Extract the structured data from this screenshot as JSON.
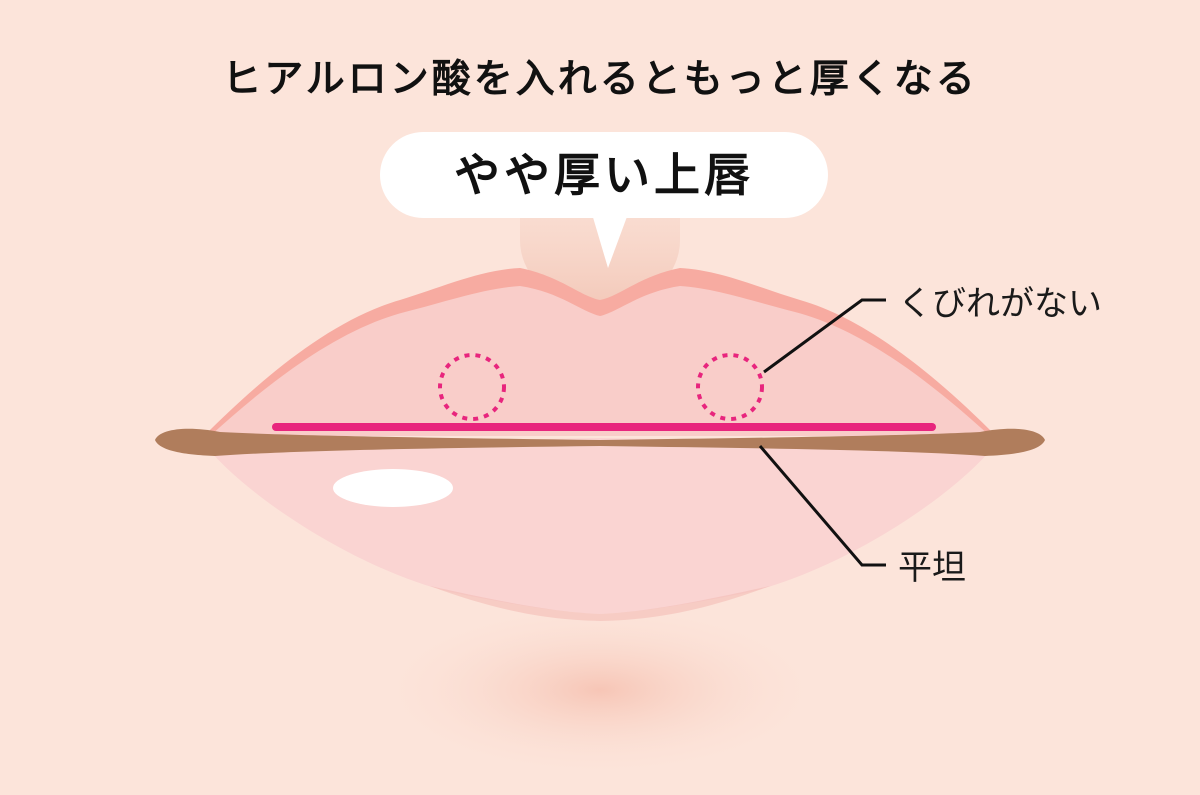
{
  "title": "ヒアルロン酸を入れるともっと厚くなる",
  "bubble": {
    "label": "やや厚い上唇"
  },
  "callouts": {
    "top": "くびれがない",
    "bottom": "平坦"
  },
  "colors": {
    "background": "#fce4da",
    "lip_outline": "#f7aba1",
    "lip_fill": "#fad4d2",
    "upper_lip_fill": "#f9cdc9",
    "mouth_line": "#b07d5c",
    "accent_line": "#e8257d",
    "bubble": "#ffffff",
    "leader_line": "#111111"
  },
  "icons": {
    "dotted_circles": "dotted-circle-icon",
    "highlight": "lip-highlight"
  }
}
